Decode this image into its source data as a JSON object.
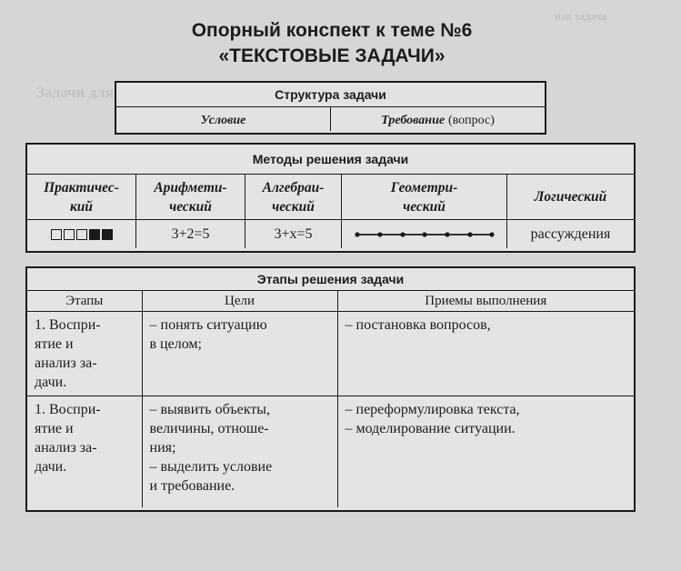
{
  "header": {
    "title_line1": "Опорный конспект к теме №6",
    "title_line2": "«ТЕКСТОВЫЕ ЗАДАЧИ»"
  },
  "structure": {
    "heading": "Структура задачи",
    "condition": "Условие",
    "requirement": "Требование",
    "requirement_note": "(вопрос)"
  },
  "methods": {
    "heading": "Методы решения задачи",
    "names": [
      "Практичес-\nкий",
      "Арифмети-\nческий",
      "Алгебраи-\nческий",
      "Геометри-\nческий",
      "Логический"
    ],
    "arithmetic_example": "3+2=5",
    "algebraic_example": "3+x=5",
    "logical_example": "рассуждения",
    "practical_squares": [
      "empty",
      "empty",
      "empty",
      "filled",
      "filled"
    ]
  },
  "stages": {
    "heading": "Этапы решения задачи",
    "columns": [
      "Этапы",
      "Цели",
      "Приемы выполнения"
    ],
    "rows": [
      {
        "stage": "1. Воспри-\nятие и\nанализ за-\nдачи.",
        "goals": "– понять ситуацию\nв целом;",
        "methods": "– постановка вопросов,"
      },
      {
        "stage": "1. Воспри-\nятие и\nанализ за-\nдачи.",
        "goals": "– выявить объекты,\nвеличины, отноше-\nния;\n– выделить условие\nи требование.",
        "methods": "– переформулировка текста,\n– моделирование ситуации."
      }
    ]
  }
}
